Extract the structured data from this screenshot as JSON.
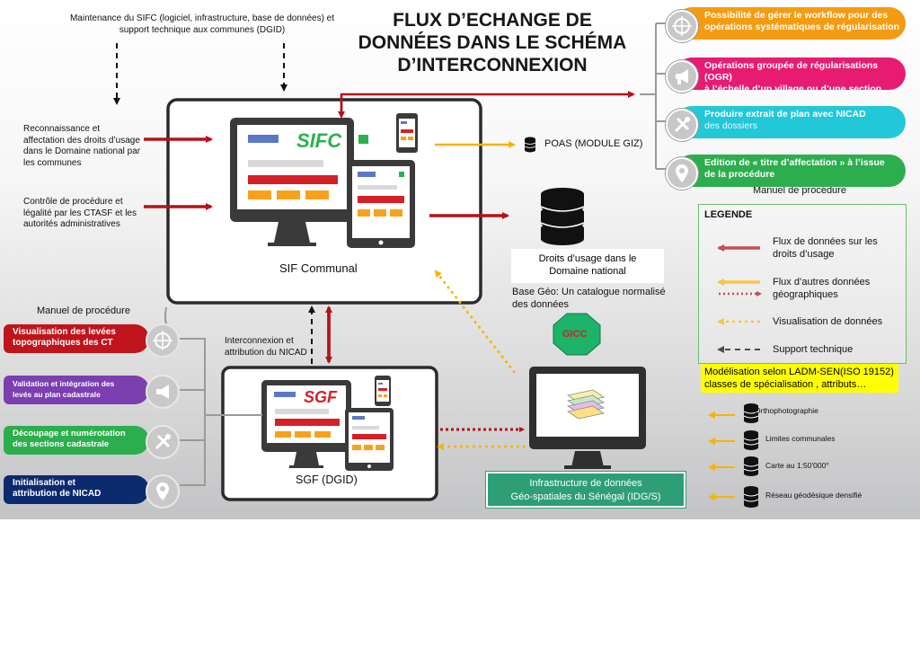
{
  "title": {
    "line1": "FLUX D’ECHANGE DE",
    "line2": "DONNÉES DANS LE SCHÉMA",
    "line3": "D’INTERCONNEXION"
  },
  "top_note": {
    "line1": "Maintenance du SIFC (logiciel, infrastructure, base de données) et",
    "line2": "support technique aux communes (DGID)"
  },
  "left_inputs": [
    {
      "lines": [
        "Reconnaissance et",
        "affectation des droits d’usage",
        "dans le Domaine national par",
        "les communes"
      ]
    },
    {
      "lines": [
        "Contrôle de procédure et",
        "légalité par les CTASF et les",
        "autorités administratives"
      ]
    }
  ],
  "sif": {
    "logo": "SIFC",
    "label": "SIF Communal"
  },
  "sgf": {
    "logo": "SGF",
    "label": "SGF (DGID)"
  },
  "poas": "POAS (MODULE GIZ)",
  "droits_db": {
    "line1": "Droits d’usage dans le",
    "line2": "Domaine national"
  },
  "base_geo": {
    "line1": "Base Géo: Un catalogue normalisé",
    "line2": "des données"
  },
  "gicc": "GICC",
  "interconnexion": {
    "line1": "Interconnexion et",
    "line2": "attribution du NICAD"
  },
  "manuel_left": "Manuel de procédure",
  "manuel_right": "Manuel de procédure",
  "right_pills": [
    {
      "lines": [
        "Possibilité de gérer le workflow pour des",
        "opérations systématiques de régularisation"
      ],
      "color": "#f39c12",
      "icon": "target-icon"
    },
    {
      "lines": [
        "Opérations groupée de régularisations (OGR)",
        "à l’échelle d’un village ou d’une section"
      ],
      "color": "#e81b72",
      "icon": "megaphone-icon"
    },
    {
      "lines": [
        "Produire extrait de plan avec NICAD",
        "des dossiers"
      ],
      "color": "#22c7d8",
      "icon": "tools-icon"
    },
    {
      "lines": [
        "Edition de « titre d’affectation » à l’issue",
        "de la procédure"
      ],
      "color": "#2dae4e",
      "icon": "location-pin-icon"
    }
  ],
  "left_pills": [
    {
      "lines": [
        "Visualisation des levées",
        "topographiques des CT"
      ],
      "color": "#c0141c",
      "icon": "target-icon"
    },
    {
      "lines": [
        "Validation et intégration des",
        "levés au plan cadastrale"
      ],
      "color": "#7b3fb0",
      "icon": "megaphone-icon"
    },
    {
      "lines": [
        "Découpage et numérotation",
        "des sections cadastrale"
      ],
      "color": "#2dae4e",
      "icon": "tools-icon"
    },
    {
      "lines": [
        "Initialisation et",
        "attribution de NICAD"
      ],
      "color": "#0c2a6e",
      "icon": "location-pin-icon"
    }
  ],
  "legend": {
    "title": "LEGENDE",
    "items": [
      {
        "lines": [
          "Flux de données sur les",
          "droits d’usage"
        ],
        "color": "#b5121b",
        "style": "solid-thick"
      },
      {
        "lines": [
          "Flux d’autres données",
          "géographiques"
        ],
        "color": "#f5b400",
        "style": "solid-thick-plus-red-dots"
      },
      {
        "lines": [
          "Visualisation de données"
        ],
        "color": "#f5b400",
        "style": "dotted"
      },
      {
        "lines": [
          "Support technique"
        ],
        "color": "#111111",
        "style": "dashed"
      }
    ]
  },
  "ladm": {
    "line1": "Modélisation selon LADM-SEN(ISO 19152)",
    "line2": "classes de spécialisation , attributs…"
  },
  "layers": [
    "Orthophotographie",
    "Limites communales",
    "Carte au 1:50'000°",
    "Réseau géodésique densifié"
  ],
  "igs": {
    "line1": "Infrastructure de données",
    "line2": "Géo-spatiales du Sénégal (IDG/S)"
  },
  "colors": {
    "red_flow": "#b5121b",
    "yellow_flow": "#f5b400",
    "support": "#111111",
    "gicc": "#1db36a"
  }
}
